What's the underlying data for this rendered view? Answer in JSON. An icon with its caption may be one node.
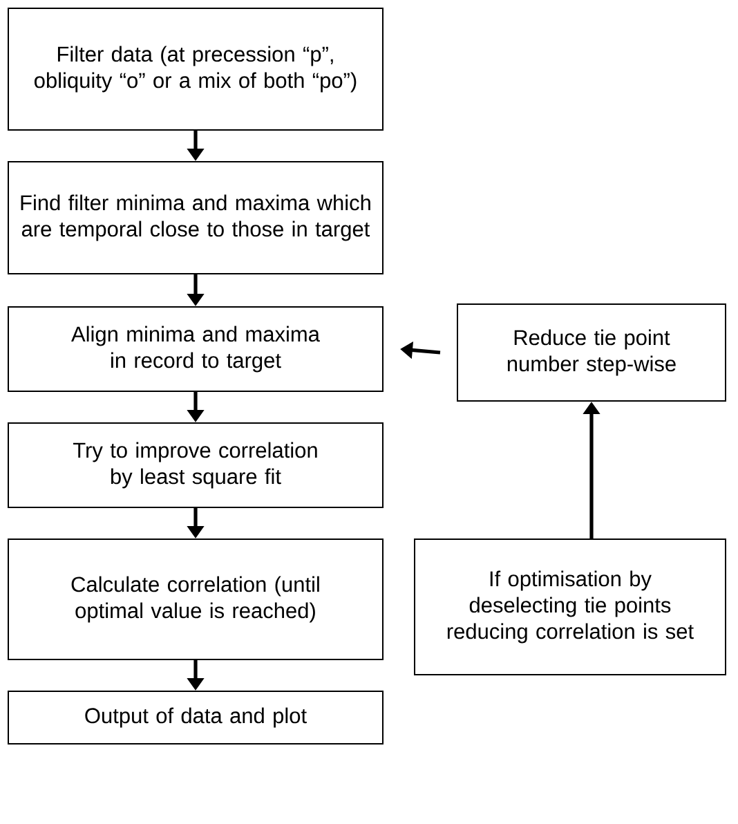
{
  "diagram": {
    "nodes": [
      {
        "text": [
          "Filter data (at precession “p”, obliquity “o” or a mix of both “po”)"
        ]
      },
      {
        "text": [
          "Find filter minima and maxima which are temporal close to those in target"
        ]
      },
      {
        "text": [
          "Align minima and maxima in record to target"
        ]
      },
      {
        "text": [
          "Try to improve correlation by least square fit"
        ]
      },
      {
        "text": [
          "Calculate correlation (until optimal value is reached)"
        ]
      },
      {
        "text": [
          "Output of data and plot"
        ]
      },
      {
        "text": [
          "Reduce tie point number step-wise"
        ]
      },
      {
        "text": [
          "If optimisation by deselecting tie points reducing correlation is set"
        ]
      }
    ],
    "edges": [
      {
        "from": 0,
        "to": 1,
        "arrow": "to"
      },
      {
        "from": 1,
        "to": 2,
        "arrow": "to"
      },
      {
        "from": 2,
        "to": 3,
        "arrow": "to"
      },
      {
        "from": 3,
        "to": 4,
        "arrow": "to"
      },
      {
        "from": 4,
        "to": 5,
        "arrow": "to"
      },
      {
        "from": 7,
        "to": 6,
        "arrow": "to"
      },
      {
        "from": 6,
        "to": 2,
        "arrow": "to"
      }
    ]
  }
}
